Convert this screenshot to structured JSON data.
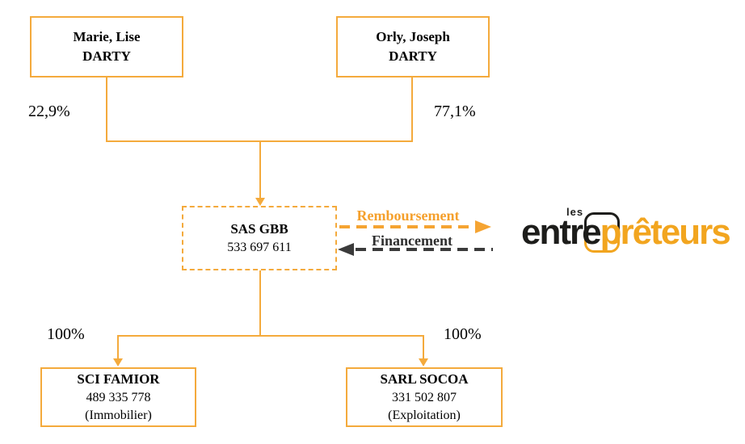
{
  "chart": {
    "shareholders": [
      {
        "line1": "Marie, Lise",
        "line2": "DARTY",
        "share": "22,9%"
      },
      {
        "line1": "Orly, Joseph",
        "line2": "DARTY",
        "share": "77,1%"
      }
    ],
    "holding": {
      "name": "SAS GBB",
      "number": "533 697 611"
    },
    "subsidiaries": [
      {
        "share": "100%",
        "name": "SCI FAMIOR",
        "number": "489 335 778",
        "activity": "(Immobilier)"
      },
      {
        "share": "100%",
        "name": "SARL SOCOA",
        "number": "331 502 807",
        "activity": "(Exploitation)"
      }
    ],
    "flows": [
      {
        "label": "Remboursement",
        "direction": "right",
        "color": "#F5A02C"
      },
      {
        "label": "Financement",
        "direction": "left",
        "color": "#3b3b3b"
      }
    ],
    "logo": {
      "small": "les",
      "black": "entre",
      "gold": "prêteurs"
    },
    "colors": {
      "accent": "#F4AA3C",
      "flow_orange": "#F5A02C",
      "flow_dark": "#3b3b3b",
      "logo_black": "#1d1d1b",
      "logo_gold": "#F2A51F"
    }
  }
}
